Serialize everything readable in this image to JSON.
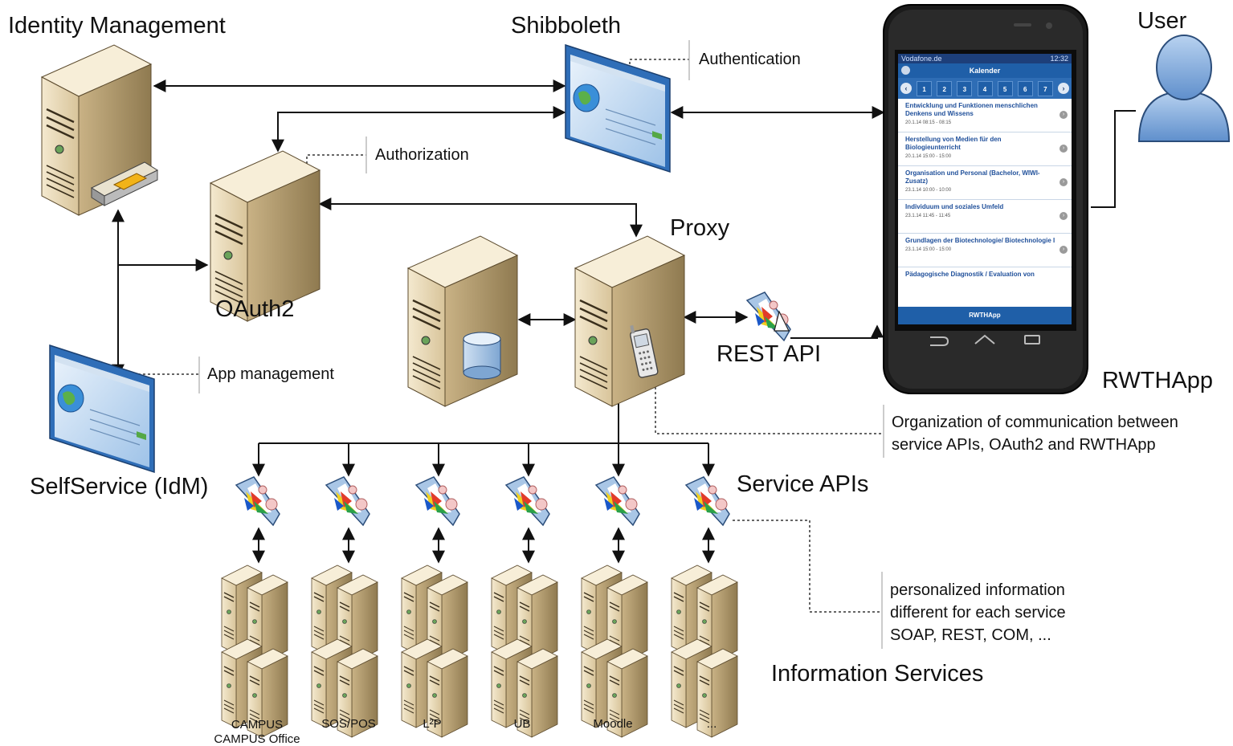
{
  "labels": {
    "identity_management": "Identity Management",
    "shibboleth": "Shibboleth",
    "authentication": "Authentication",
    "authorization": "Authorization",
    "oauth2": "OAuth2",
    "proxy": "Proxy",
    "rest_api": "REST API",
    "user": "User",
    "rwthapp": "RWTHApp",
    "app_management": "App management",
    "selfservice": "SelfService (IdM)",
    "service_apis": "Service APIs",
    "information_services": "Information Services",
    "org_note_line1": "Organization of communication between",
    "org_note_line2": "service APIs, OAuth2 and RWTHApp",
    "personal_line1": "personalized information",
    "personal_line2": "different for each service",
    "personal_line3": "SOAP, REST, COM, ..."
  },
  "services": [
    {
      "name": "CAMPUS",
      "name2": "CAMPUS Office"
    },
    {
      "name": "SOS/POS",
      "name2": ""
    },
    {
      "name": "L²P",
      "name2": ""
    },
    {
      "name": "UB",
      "name2": ""
    },
    {
      "name": "Moodle",
      "name2": ""
    },
    {
      "name": "...",
      "name2": ""
    }
  ],
  "phone": {
    "carrier": "Vodafone.de",
    "time": "12:32",
    "app_title": "Kalender",
    "days": [
      "1",
      "2",
      "3",
      "4",
      "5",
      "6",
      "7"
    ],
    "entries": [
      {
        "title": "Entwicklung und Funktionen menschlichen Denkens und Wissens",
        "date": "20.1.14 08:15 - 08:15"
      },
      {
        "title": "Herstellung von Medien für den Biologieunterricht",
        "date": "20.1.14 15:00 - 15:00"
      },
      {
        "title": "Organisation und Personal (Bachelor, WIWI-Zusatz)",
        "date": "23.1.14 10:00 - 10:00"
      },
      {
        "title": "Individuum und soziales Umfeld",
        "date": "23.1.14 11:45 - 11:45"
      },
      {
        "title": "Grundlagen der Biotechnologie/ Biotechnologie I",
        "date": "23.1.14 15:00 - 15:00"
      },
      {
        "title": "Pädagogische Diagnostik / Evaluation von",
        "date": ""
      }
    ],
    "footer": "RWTHApp"
  },
  "colors": {
    "server_front": "#ebdcb8",
    "server_side": "#b39b6c",
    "server_top": "#f6ecd3",
    "phone_body": "#1b1b1b",
    "app_blue": "#1f5fa8",
    "user_blue": "#7aa4d8"
  }
}
